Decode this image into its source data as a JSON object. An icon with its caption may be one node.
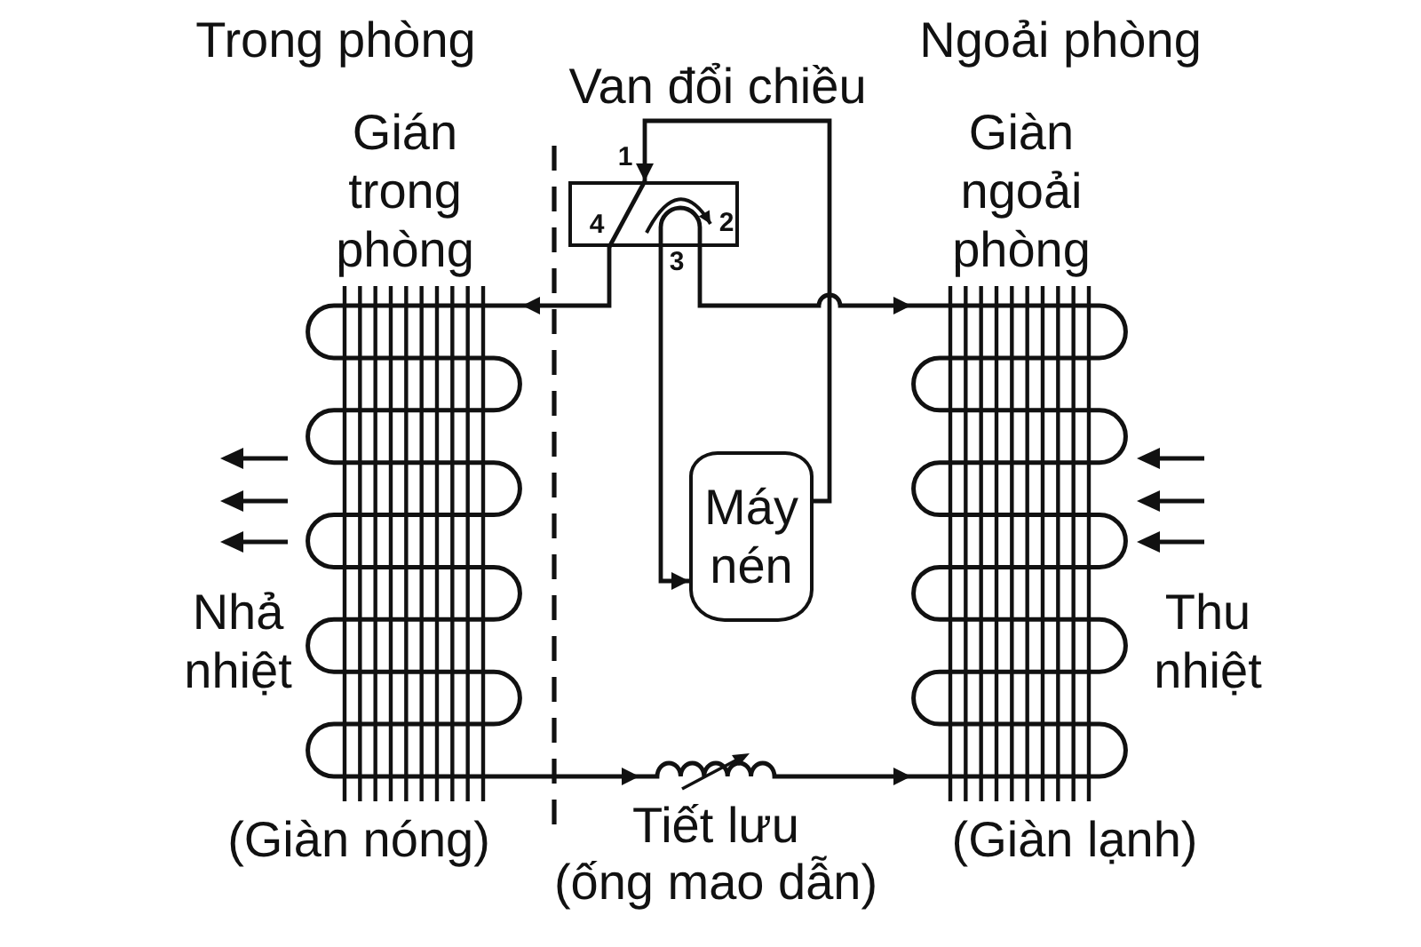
{
  "diagram": {
    "nodes": [
      {
        "text": [
          "Van đổi chiều"
        ]
      },
      {
        "text": [
          "Gián trong phòng"
        ],
        "beside": [
          "Nhả nhiệt",
          "(Giàn nóng)"
        ]
      },
      {
        "text": [
          "Giàn ngoải phòng"
        ],
        "beside": [
          "Thu nhiệt",
          "(Giàn lạnh)"
        ]
      },
      {
        "text": [
          "Máy nén"
        ]
      },
      {
        "text": [
          "Tiết lưu",
          "(ống mao dẫn)"
        ]
      }
    ],
    "edges": [
      {
        "from": 3,
        "to": 0,
        "arrow": "to"
      },
      {
        "from": 0,
        "to": 1,
        "arrow": "to"
      },
      {
        "from": 1,
        "to": 4,
        "arrow": "to"
      },
      {
        "from": 4,
        "to": 2,
        "arrow": "to"
      },
      {
        "from": 0,
        "to": 2,
        "arrow": "to"
      },
      {
        "from": 0,
        "to": 3,
        "arrow": "to"
      }
    ],
    "labels": [
      "Trong phòng",
      "Ngoải phòng",
      "1",
      "4",
      "2",
      "3"
    ]
  }
}
